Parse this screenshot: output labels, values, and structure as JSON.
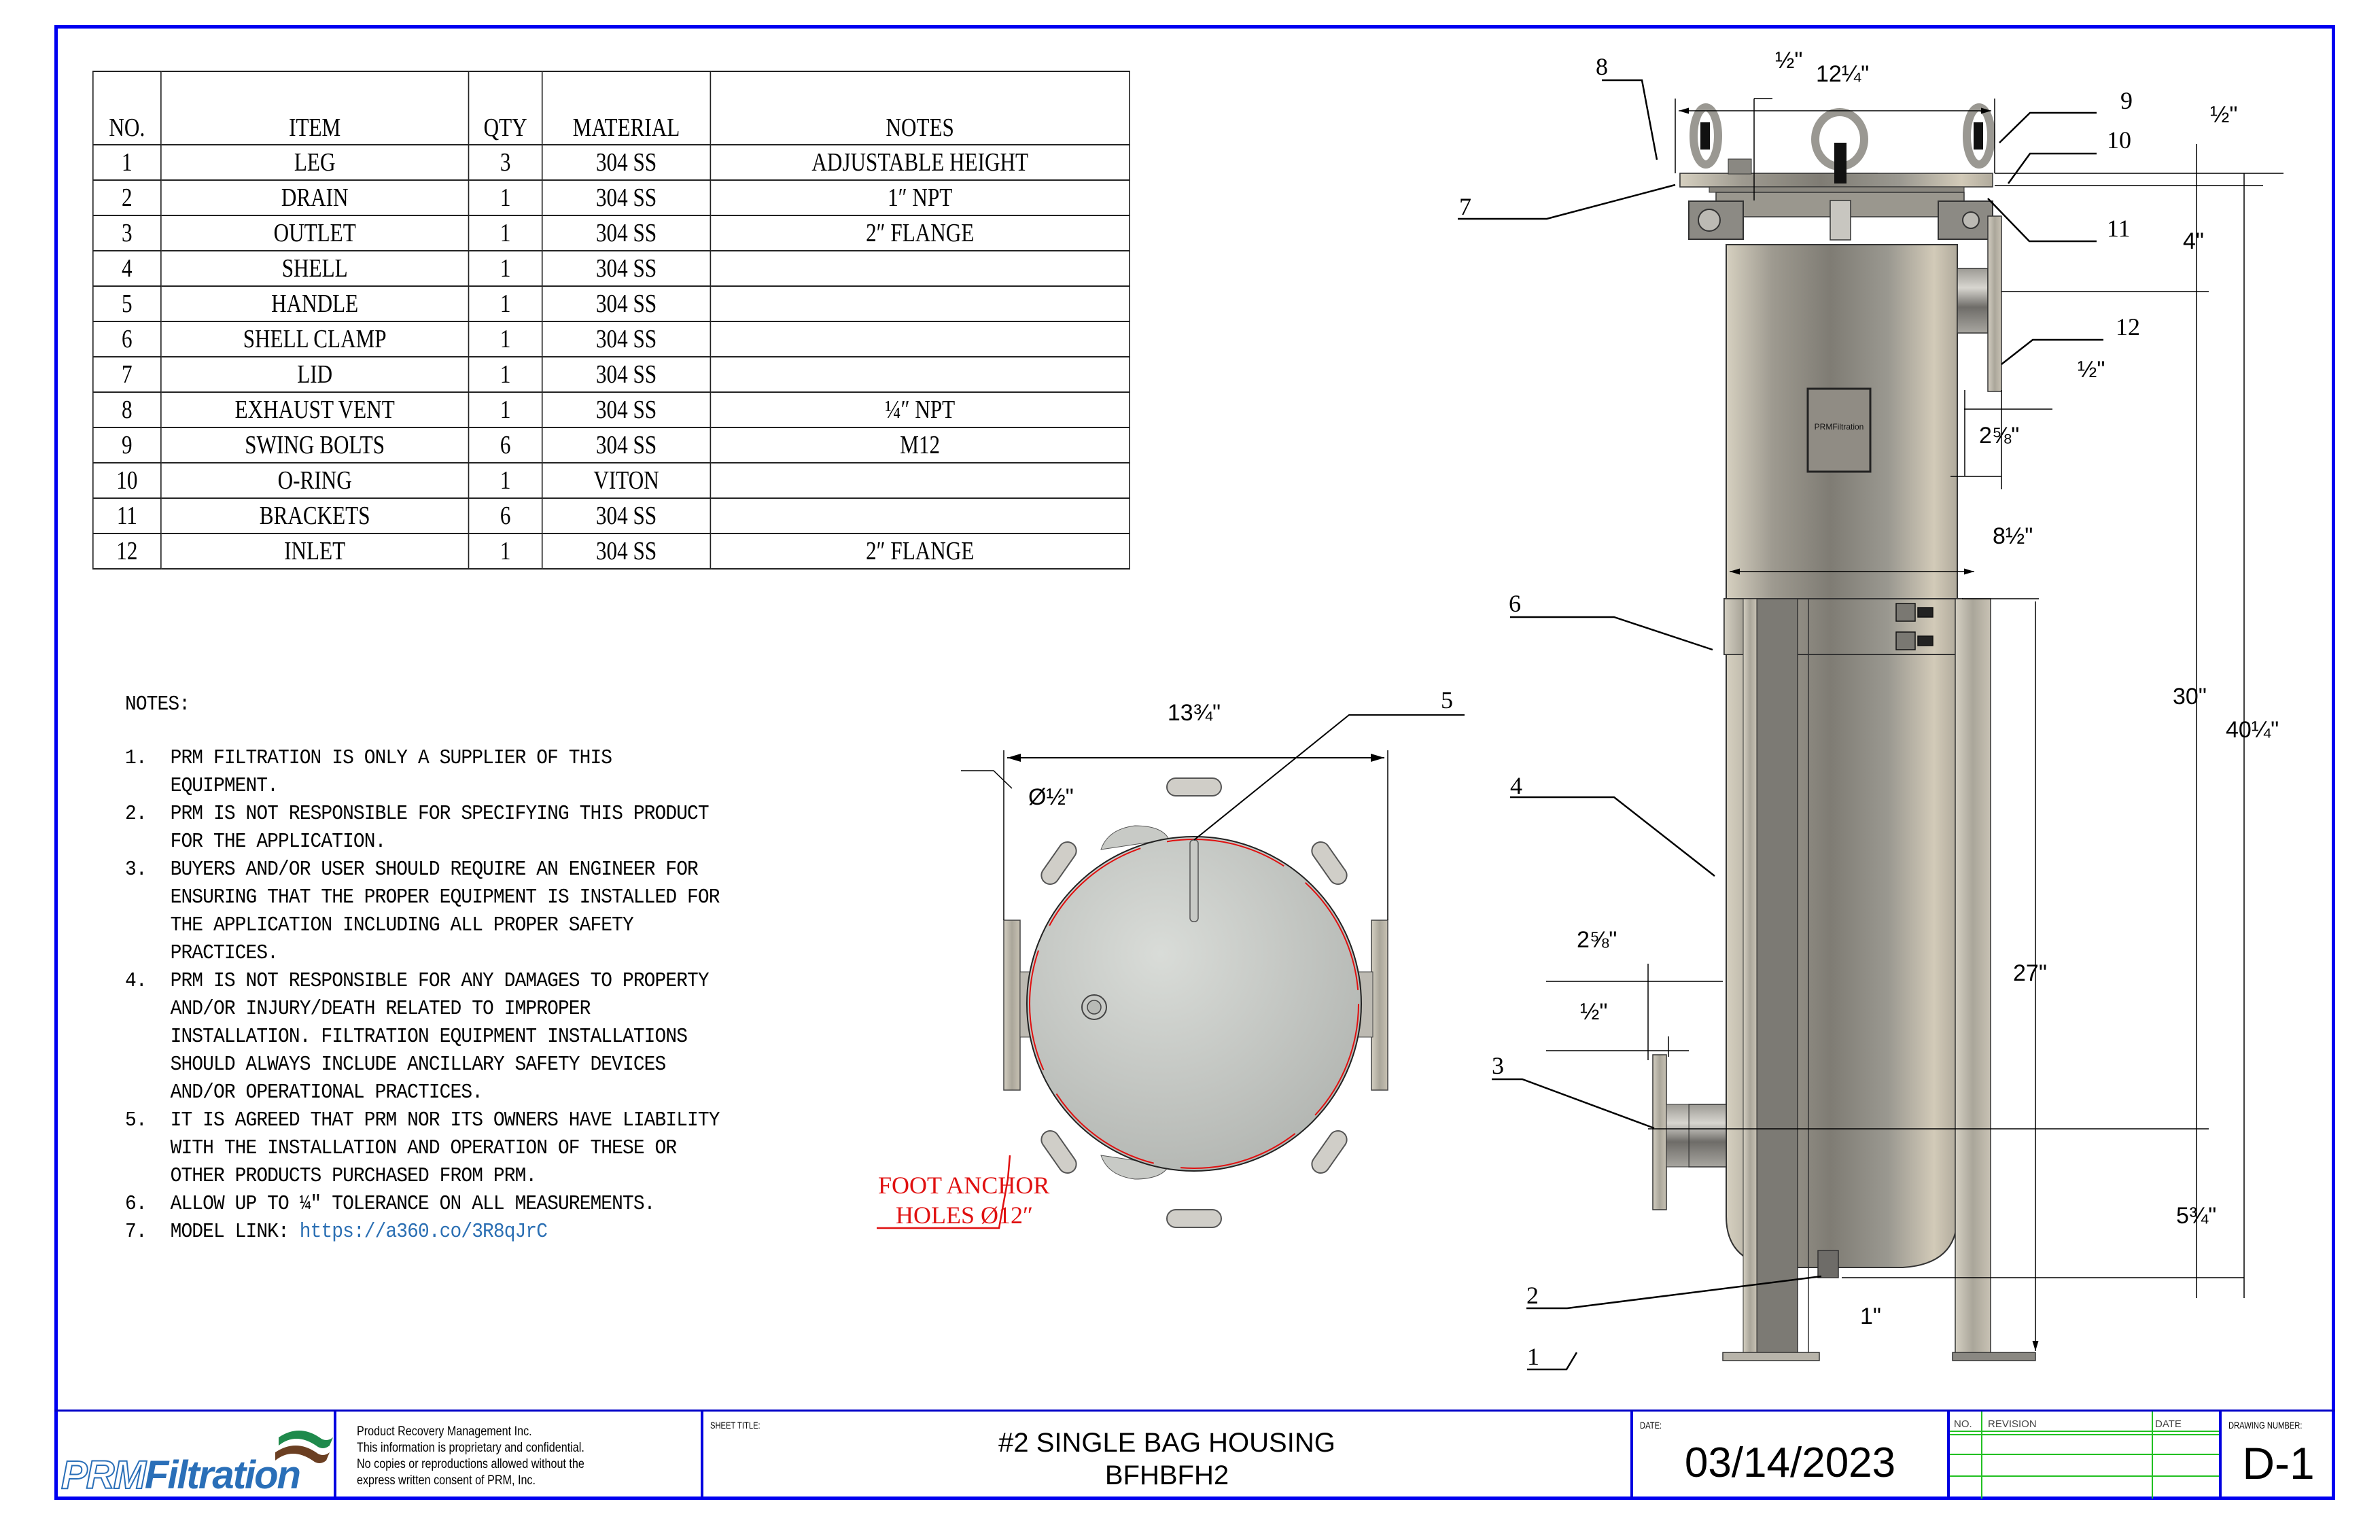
{
  "bom": {
    "headers": [
      "NO.",
      "ITEM",
      "QTY",
      "MATERIAL",
      "NOTES"
    ],
    "rows": [
      {
        "no": "1",
        "item": "LEG",
        "qty": "3",
        "material": "304 SS",
        "notes": "ADJUSTABLE HEIGHT"
      },
      {
        "no": "2",
        "item": "DRAIN",
        "qty": "1",
        "material": "304 SS",
        "notes": "1″ NPT"
      },
      {
        "no": "3",
        "item": "OUTLET",
        "qty": "1",
        "material": "304 SS",
        "notes": "2″ FLANGE"
      },
      {
        "no": "4",
        "item": "SHELL",
        "qty": "1",
        "material": "304 SS",
        "notes": ""
      },
      {
        "no": "5",
        "item": "HANDLE",
        "qty": "1",
        "material": "304 SS",
        "notes": ""
      },
      {
        "no": "6",
        "item": "SHELL CLAMP",
        "qty": "1",
        "material": "304 SS",
        "notes": ""
      },
      {
        "no": "7",
        "item": "LID",
        "qty": "1",
        "material": "304 SS",
        "notes": ""
      },
      {
        "no": "8",
        "item": "EXHAUST VENT",
        "qty": "1",
        "material": "304 SS",
        "notes": "¼″ NPT"
      },
      {
        "no": "9",
        "item": "SWING BOLTS",
        "qty": "6",
        "material": "304 SS",
        "notes": "M12"
      },
      {
        "no": "10",
        "item": "O-RING",
        "qty": "1",
        "material": "VITON",
        "notes": ""
      },
      {
        "no": "11",
        "item": "BRACKETS",
        "qty": "6",
        "material": "304 SS",
        "notes": ""
      },
      {
        "no": "12",
        "item": "INLET",
        "qty": "1",
        "material": "304 SS",
        "notes": "2″ FLANGE"
      }
    ]
  },
  "notes": {
    "title": "NOTES:",
    "items": [
      {
        "n": "1.",
        "text": "PRM FILTRATION IS ONLY A SUPPLIER OF THIS EQUIPMENT."
      },
      {
        "n": "2.",
        "text": "PRM IS NOT RESPONSIBLE FOR SPECIFYING THIS PRODUCT FOR THE APPLICATION."
      },
      {
        "n": "3.",
        "text": "BUYERS AND/OR USER SHOULD REQUIRE AN ENGINEER FOR ENSURING THAT THE PROPER EQUIPMENT IS INSTALLED FOR THE APPLICATION INCLUDING ALL PROPER SAFETY PRACTICES."
      },
      {
        "n": "4.",
        "text": "PRM IS NOT RESPONSIBLE FOR ANY DAMAGES TO PROPERTY AND/OR INJURY/DEATH RELATED TO IMPROPER INSTALLATION. FILTRATION EQUIPMENT INSTALLATIONS SHOULD ALWAYS INCLUDE ANCILLARY SAFETY DEVICES AND/OR OPERATIONAL PRACTICES."
      },
      {
        "n": "5.",
        "text": "IT IS AGREED THAT PRM NOR ITS OWNERS HAVE LIABILITY WITH THE INSTALLATION AND OPERATION OF THESE OR OTHER PRODUCTS PURCHASED FROM PRM."
      },
      {
        "n": "6.",
        "text": "ALLOW UP TO ¼″ TOLERANCE ON ALL MEASUREMENTS."
      },
      {
        "n": "7.",
        "text": "MODEL LINK: ",
        "link": "https://a360.co/3R8qJrC"
      }
    ]
  },
  "top_view": {
    "width_dim": "13¾\"",
    "hole_dim": "Ø½\"",
    "callout_handle": "5",
    "foot_anchor_line1": "FOOT ANCHOR",
    "foot_anchor_line2": "HOLES Ø12″"
  },
  "side_view": {
    "callouts": [
      "1",
      "2",
      "3",
      "4",
      "6",
      "7",
      "8",
      "9",
      "10",
      "11",
      "12"
    ],
    "dims": {
      "vent_height": "½\"",
      "lid_width": "12¼\"",
      "lid_thickness": "½\"",
      "inlet_from_top": "4\"",
      "inlet_flange_thickness": "½\"",
      "inlet_projection": "2⅝\"",
      "shell_diameter": "8½\"",
      "top_to_outlet": "30\"",
      "overall_height": "40¼\"",
      "leg_height": "27\"",
      "outlet_projection": "2⅝\"",
      "outlet_flange_thickness": "½\"",
      "outlet_to_drain": "5¾\"",
      "drain_length": "1\""
    },
    "nameplate_text": "PRMFiltration"
  },
  "title_block": {
    "logo_prm": "PRM",
    "logo_filtration": "Filtration",
    "company": "Product Recovery Management Inc.",
    "confidential_1": "This information is proprietary and confidential.",
    "confidential_2": "No copies or reproductions allowed without the",
    "confidential_3": "express written consent of PRM, Inc.",
    "sheet_title_label": "SHEET TITLE:",
    "sheet_title_1": "#2 SINGLE BAG HOUSING",
    "sheet_title_2": "BFHBFH2",
    "date_label": "DATE:",
    "date": "03/14/2023",
    "rev_no_label": "NO.",
    "rev_label": "REVISION",
    "rev_date_label": "DATE",
    "drawing_number_label": "DRAWING NUMBER:",
    "drawing_number": "D-1"
  },
  "colors": {
    "frame": "#0000f0",
    "revision_grid": "#22c022",
    "link": "#2b6fb3",
    "annotation_red": "#e01010",
    "steel": "#a8a496"
  }
}
